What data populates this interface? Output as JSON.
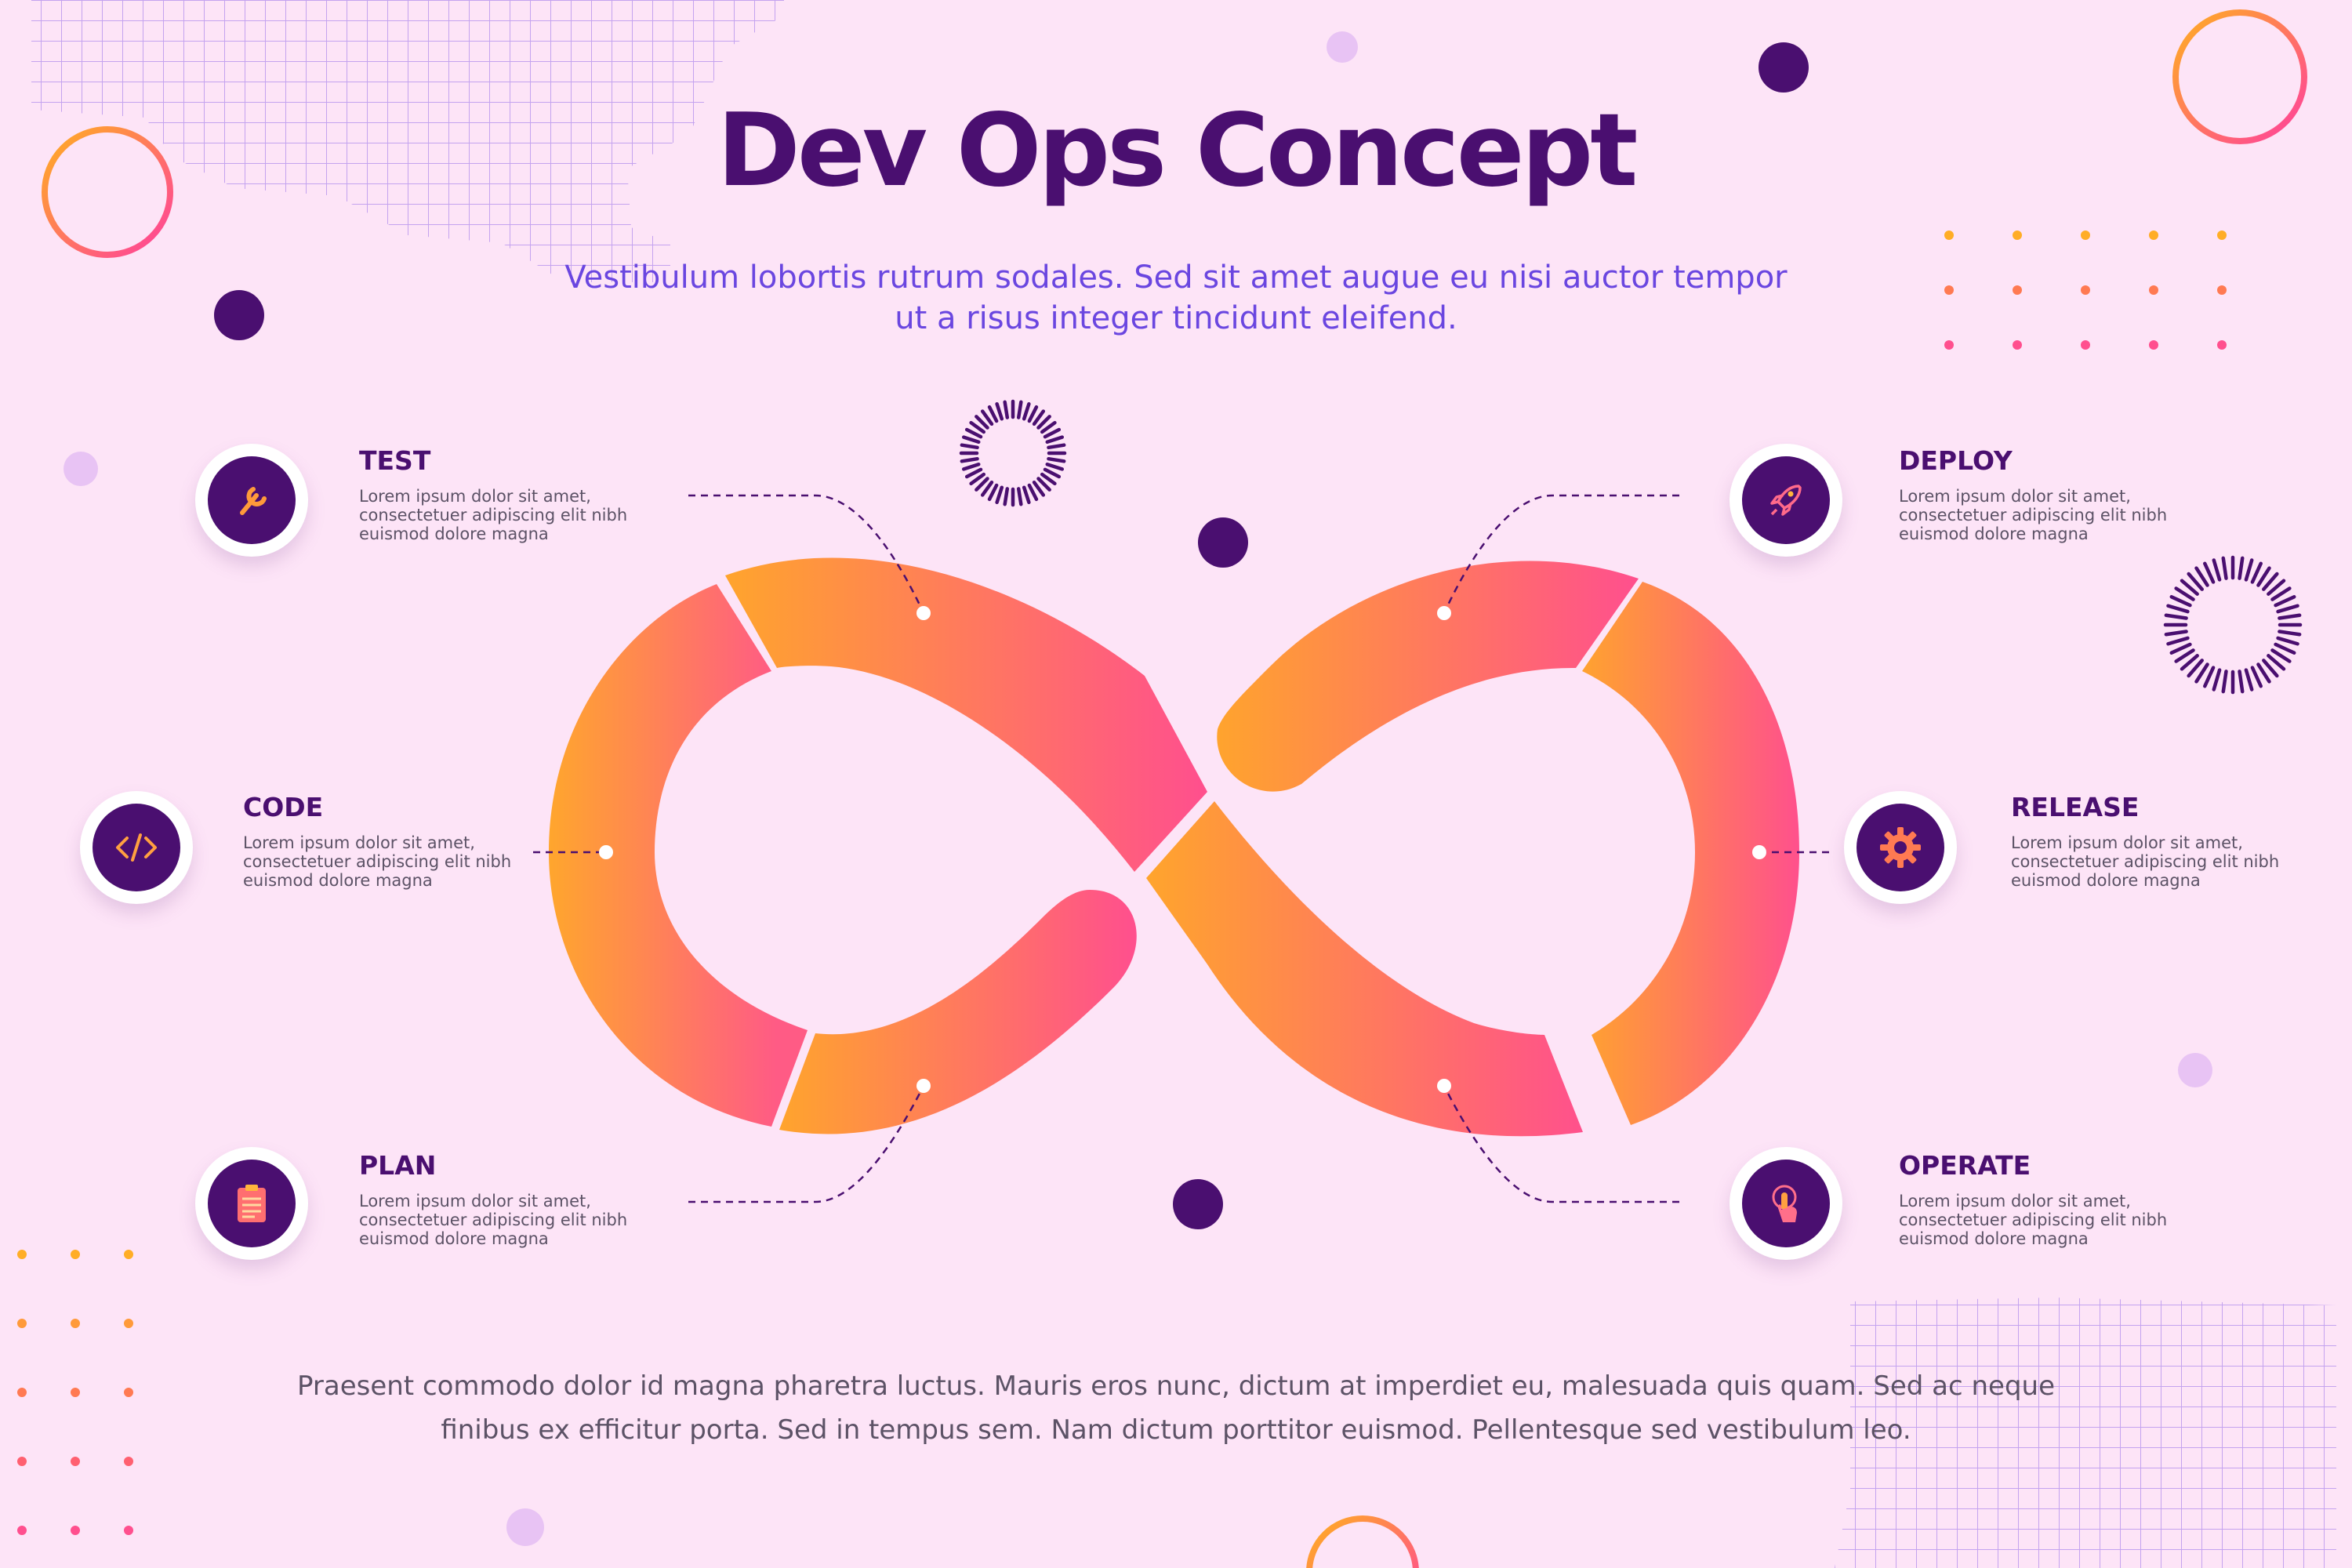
{
  "title": "Dev Ops Concept",
  "subtitle": "Vestibulum lobortis rutrum sodales. Sed sit amet augue eu nisi auctor tempor ut a risus integer tincidunt eleifend.",
  "footer": "Praesent commodo dolor id magna pharetra luctus. Mauris eros nunc, dictum at imperdiet eu, malesuada quis quam. Sed ac neque finibus ex efficitur porta. Sed in tempus sem. Nam dictum porttitor euismod. Pellentesque sed vestibulum leo.",
  "colors": {
    "background": "#fde4f7",
    "primary": "#4a0f70",
    "accent_orange": "#ffaa2b",
    "accent_pink": "#ff4f9a",
    "subtitle": "#6a46e0"
  },
  "steps": [
    {
      "id": "test",
      "label": "TEST",
      "icon": "wrench-icon",
      "body": "Lorem ipsum dolor sit amet, consectetuer adipiscing elit nibh euismod dolore magna"
    },
    {
      "id": "code",
      "label": "CODE",
      "icon": "code-icon",
      "body": "Lorem ipsum dolor sit amet, consectetuer adipiscing elit nibh euismod dolore magna"
    },
    {
      "id": "plan",
      "label": "PLAN",
      "icon": "clipboard-icon",
      "body": "Lorem ipsum dolor sit amet, consectetuer adipiscing elit nibh euismod dolore magna"
    },
    {
      "id": "deploy",
      "label": "DEPLOY",
      "icon": "rocket-icon",
      "body": "Lorem ipsum dolor sit amet, consectetuer adipiscing elit nibh euismod dolore magna"
    },
    {
      "id": "release",
      "label": "RELEASE",
      "icon": "gear-icon",
      "body": "Lorem ipsum dolor sit amet, consectetuer adipiscing elit nibh euismod dolore magna"
    },
    {
      "id": "operate",
      "label": "OPERATE",
      "icon": "touch-icon",
      "body": "Lorem ipsum dolor sit amet, consectetuer adipiscing elit nibh euismod dolore magna"
    }
  ]
}
